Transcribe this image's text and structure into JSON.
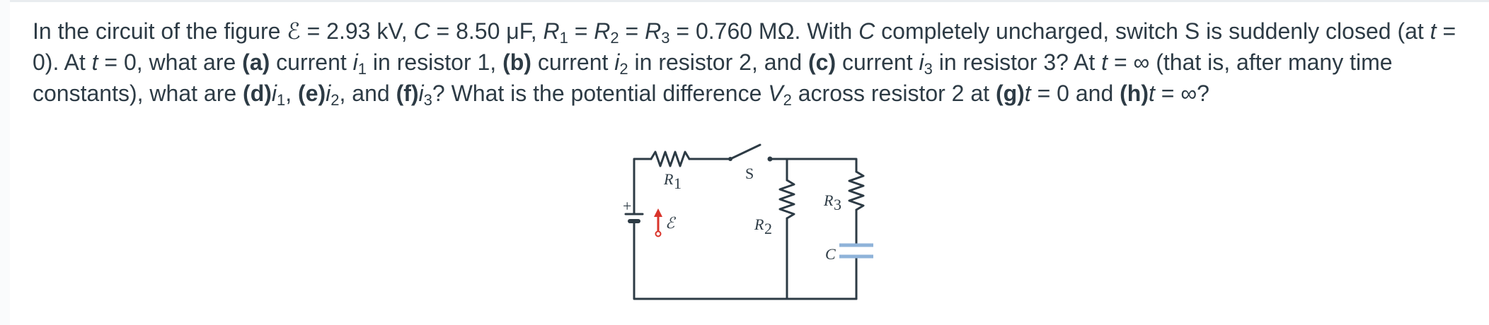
{
  "problem": {
    "s1": "In the circuit of the figure ",
    "emf": "ℰ",
    "s2": " = 2.93 kV, ",
    "cap": "C",
    "s3": " = 8.50 μF, ",
    "R": "R",
    "n1": "1",
    "eq": " = ",
    "n2": "2",
    "n3": "3",
    "s4": " = 0.760 MΩ. With ",
    "s5": " completely uncharged, switch S is suddenly closed (at ",
    "t": "t",
    "s6": " = 0). At ",
    "s7": " = 0, what are ",
    "pa": "(a)",
    "s8": " current ",
    "i": "i",
    "s9": " in resistor 1, ",
    "pb": "(b)",
    "s10": " in resistor 2, and ",
    "pc": "(c)",
    "s11": " in resistor 3? At ",
    "s12": " = ∞ (that is, after many time constants), what are ",
    "pd": "(d)",
    "comma": ", ",
    "pe": "(e)",
    "s13": ", and ",
    "pf": "(f)",
    "s14": "? What is the potential difference ",
    "V": "V",
    "s15": " across resistor 2 at ",
    "pg": "(g)",
    "s16": " = 0 and ",
    "ph": "(h)",
    "s17": " = ∞?"
  },
  "figure": {
    "r1_label": "R",
    "r1_sub": "1",
    "r2_label": "R",
    "r2_sub": "2",
    "r3_label": "R",
    "r3_sub": "3",
    "switch_label": "S",
    "cap_label": "C",
    "emf_label": "ℰ",
    "plus": "+",
    "colors": {
      "wire": "#2d3b45",
      "capacitor": "#8fb3d9",
      "emf_arrow": "#d9342b"
    }
  }
}
